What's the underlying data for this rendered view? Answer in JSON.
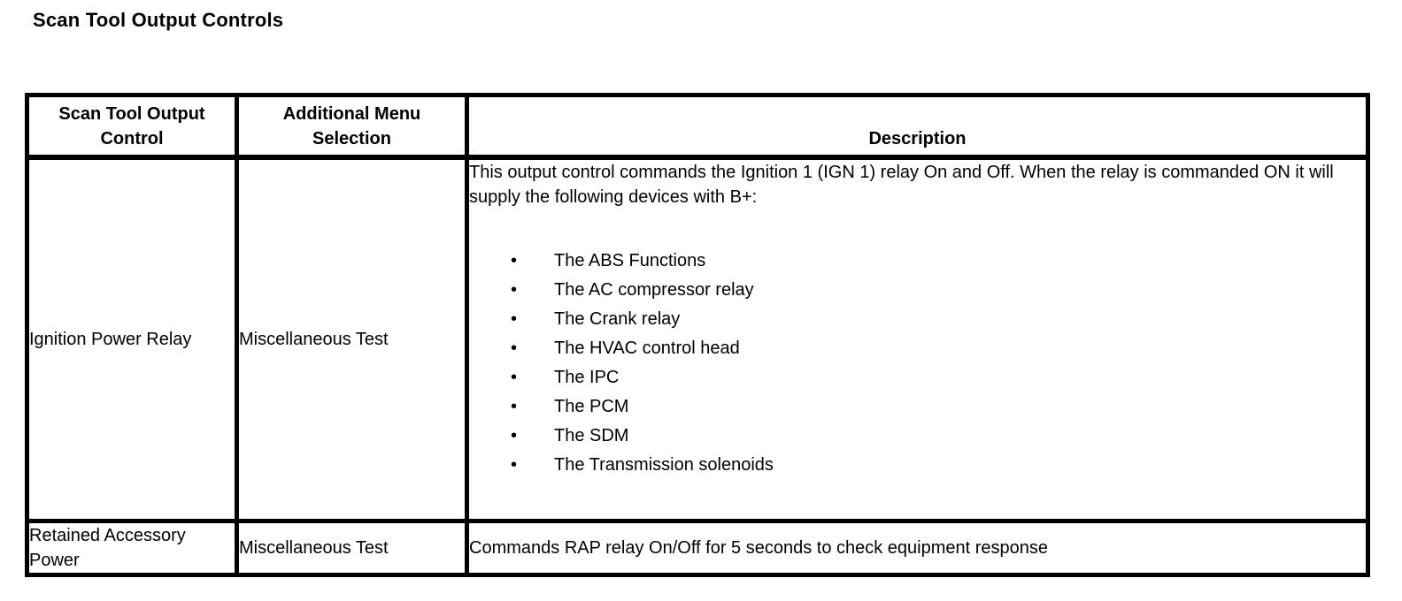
{
  "title": "Scan Tool Output Controls",
  "table": {
    "bullet_glyph": "•",
    "headers": [
      "Scan Tool Output Control",
      "Additional Menu Selection",
      "Description"
    ],
    "rows": [
      {
        "control": "Ignition Power Relay",
        "menu_selection": "Miscellaneous Test",
        "description_intro": "This output control commands the Ignition 1 (IGN 1) relay On and Off. When the relay is commanded ON it will supply the following devices with B+:",
        "description_bullets": [
          "The ABS Functions",
          "The AC compressor relay",
          "The Crank relay",
          "The HVAC control head",
          "The IPC",
          "The PCM",
          "The SDM",
          "The Transmission solenoids"
        ]
      },
      {
        "control": "Retained Accessory Power",
        "menu_selection": "Miscellaneous Test",
        "description": "Commands RAP relay On/Off for 5 seconds to check equipment response"
      }
    ]
  }
}
